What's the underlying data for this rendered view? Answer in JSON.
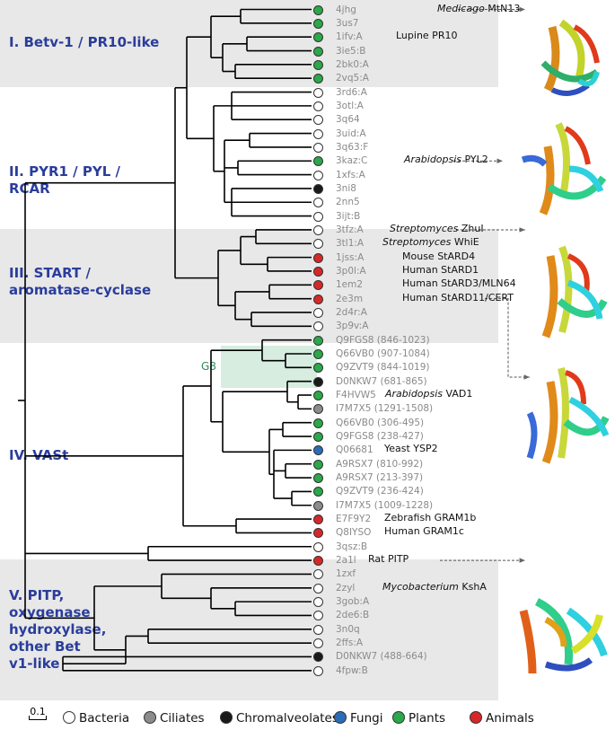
{
  "groups": [
    {
      "label": "I. Betv-1 / PR10-like"
    },
    {
      "label": "II. PYR1 / PYL / RCAR"
    },
    {
      "label": "III. START / aromatase-cyclase"
    },
    {
      "label": "IV. VASt"
    },
    {
      "label": "V. PITP, oxygenase hydroxylase, other Bet v1-like"
    }
  ],
  "clade_label": "G8",
  "colors": {
    "Bacteria": "#ffffff",
    "Ciliates": "#8c8c8c",
    "Chromalveolates": "#1a1a1a",
    "Fungi": "#2b6cb8",
    "Plants": "#2aa84a",
    "Animals": "#d62828"
  },
  "leaves": [
    {
      "code": "4jhg",
      "org": "Plants",
      "desc_it": "Medicago",
      "desc": " MtN13"
    },
    {
      "code": "3us7",
      "org": "Plants"
    },
    {
      "code": "1ifv:A",
      "org": "Plants",
      "desc_it": "",
      "desc": "Lupine PR10"
    },
    {
      "code": "3ie5:B",
      "org": "Plants"
    },
    {
      "code": "2bk0:A",
      "org": "Plants"
    },
    {
      "code": "2vq5:A",
      "org": "Plants"
    },
    {
      "code": "3rd6:A",
      "org": "Bacteria"
    },
    {
      "code": "3otl:A",
      "org": "Bacteria"
    },
    {
      "code": "3q64",
      "org": "Bacteria"
    },
    {
      "code": "3uid:A",
      "org": "Bacteria"
    },
    {
      "code": "3q63:F",
      "org": "Bacteria"
    },
    {
      "code": "3kaz:C",
      "org": "Plants",
      "desc_it": "Arabidopsis",
      "desc": " PYL2"
    },
    {
      "code": "1xfs:A",
      "org": "Bacteria"
    },
    {
      "code": "3ni8",
      "org": "Chromalveolates"
    },
    {
      "code": "2nn5",
      "org": "Bacteria"
    },
    {
      "code": "3ijt:B",
      "org": "Bacteria"
    },
    {
      "code": "3tfz:A",
      "org": "Bacteria",
      "desc_it": "Streptomyces",
      "desc": " ZhuI"
    },
    {
      "code": "3tl1:A",
      "org": "Bacteria",
      "desc_it": "Streptomyces",
      "desc": " WhiE"
    },
    {
      "code": "1jss:A",
      "org": "Animals",
      "desc_it": "",
      "desc": "Mouse StARD4"
    },
    {
      "code": "3p0l:A",
      "org": "Animals",
      "desc_it": "",
      "desc": "Human StARD1"
    },
    {
      "code": "1em2",
      "org": "Animals",
      "desc_it": "",
      "desc": "Human StARD3/MLN64"
    },
    {
      "code": "2e3m",
      "org": "Animals",
      "desc_it": "",
      "desc": "Human StARD11/CERT"
    },
    {
      "code": "2d4r:A",
      "org": "Bacteria"
    },
    {
      "code": "3p9v:A",
      "org": "Bacteria"
    },
    {
      "code": "Q9FGS8 (846-1023)",
      "org": "Plants"
    },
    {
      "code": "Q66VB0 (907-1084)",
      "org": "Plants"
    },
    {
      "code": "Q9ZVT9 (844-1019)",
      "org": "Plants"
    },
    {
      "code": "D0NKW7 (681-865)",
      "org": "Chromalveolates"
    },
    {
      "code": "F4HVW5",
      "org": "Plants",
      "desc_it": "Arabidopsis",
      "desc": " VAD1"
    },
    {
      "code": "I7M7X5 (1291-1508)",
      "org": "Ciliates"
    },
    {
      "code": "Q66VB0 (306-495)",
      "org": "Plants"
    },
    {
      "code": "Q9FGS8 (238-427)",
      "org": "Plants"
    },
    {
      "code": "Q06681",
      "org": "Fungi",
      "desc_it": "",
      "desc": "Yeast YSP2"
    },
    {
      "code": "A9RSX7 (810-992)",
      "org": "Plants"
    },
    {
      "code": "A9RSX7 (213-397)",
      "org": "Plants"
    },
    {
      "code": "Q9ZVT9 (236-424)",
      "org": "Plants"
    },
    {
      "code": "I7M7X5 (1009-1228)",
      "org": "Ciliates"
    },
    {
      "code": "E7F9Y2",
      "org": "Animals",
      "desc_it": "",
      "desc": "Zebrafish GRAM1b"
    },
    {
      "code": "Q8IYSO",
      "org": "Animals",
      "desc_it": "",
      "desc": "Human GRAM1c"
    },
    {
      "code": "3qsz:B",
      "org": "Bacteria"
    },
    {
      "code": "2a1l",
      "org": "Animals",
      "desc_it": "",
      "desc": "Rat PITP"
    },
    {
      "code": "1zxf",
      "org": "Bacteria"
    },
    {
      "code": "2zyl",
      "org": "Bacteria",
      "desc_it": "Mycobacterium",
      "desc": " KshA"
    },
    {
      "code": "3gob:A",
      "org": "Bacteria"
    },
    {
      "code": "2de6:B",
      "org": "Bacteria"
    },
    {
      "code": "3n0q",
      "org": "Bacteria"
    },
    {
      "code": "2ffs:A",
      "org": "Bacteria"
    },
    {
      "code": "D0NKW7 (488-664)",
      "org": "Chromalveolates"
    },
    {
      "code": "4fpw:B",
      "org": "Bacteria"
    }
  ],
  "legend": [
    {
      "label": "Bacteria",
      "org": "Bacteria"
    },
    {
      "label": "Ciliates",
      "org": "Ciliates"
    },
    {
      "label": "Chromalveolates",
      "org": "Chromalveolates"
    },
    {
      "label": "Fungi",
      "org": "Fungi"
    },
    {
      "label": "Plants",
      "org": "Plants"
    },
    {
      "label": "Animals",
      "org": "Animals"
    }
  ],
  "scale_label": "0.1"
}
